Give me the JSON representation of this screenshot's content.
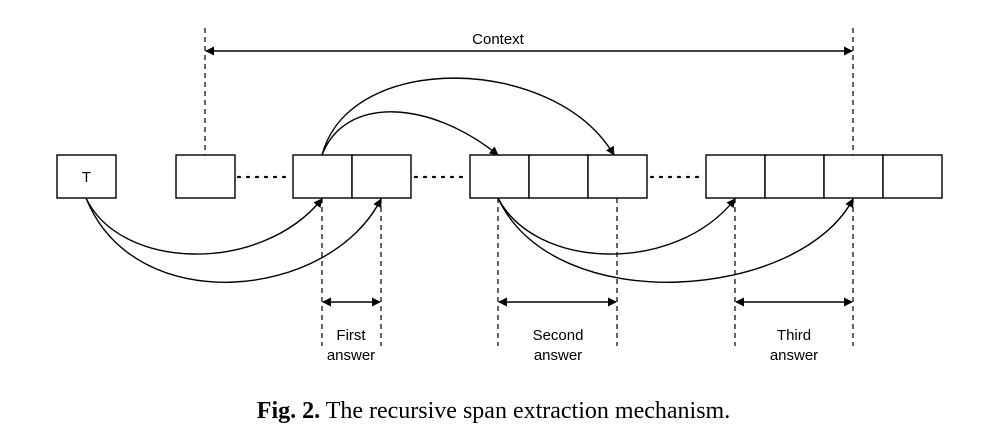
{
  "diagram": {
    "token_label": "T",
    "context_label": "Context",
    "answers": [
      {
        "line1": "First",
        "line2": "answer"
      },
      {
        "line1": "Second",
        "line2": "answer"
      },
      {
        "line1": "Third",
        "line2": "answer"
      }
    ]
  },
  "caption": {
    "prefix": "Fig. 2.",
    "text": "The recursive span extraction mechanism."
  }
}
